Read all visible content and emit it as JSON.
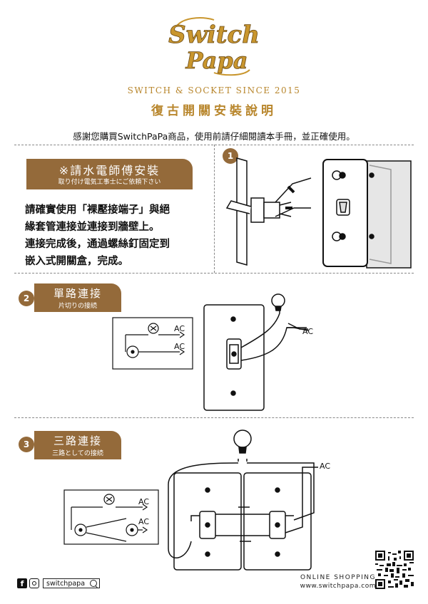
{
  "header": {
    "logo_line1": "Switch",
    "logo_line2": "Papa",
    "tagline": "SWITCH & SOCKET SINCE 2015",
    "title": "復古開關安裝說明",
    "intro": "感謝您購買SwitchPaPa商品，使用前請仔細閱讀本手冊，並正確使用。"
  },
  "section1": {
    "banner_main": "※請水電師傅安裝",
    "banner_sub": "取り付け電気工事士にご依頼下さい",
    "lines": [
      "請確實使用「裸壓接端子」與絕",
      "緣套管連接並連接到牆壁上。",
      "連接完成後，通過螺絲釘固定到",
      "嵌入式開關盒，完成。"
    ],
    "step": "1"
  },
  "section2": {
    "step": "2",
    "banner_main": "單路連接",
    "banner_sub": "片切りの接続",
    "ac_label": "AC"
  },
  "section3": {
    "step": "3",
    "banner_main": "三路連接",
    "banner_sub": "三路としての接続",
    "ac_label": "AC"
  },
  "footer": {
    "facebook_letter": "f",
    "handle": "switchpapa",
    "online": "ONLINE SHOPPING",
    "site": "www.switchpapa.com"
  },
  "colors": {
    "brand_brown": "#946a3a",
    "logo_gold": "#c9962e",
    "tagline_gold": "#b8862c"
  }
}
